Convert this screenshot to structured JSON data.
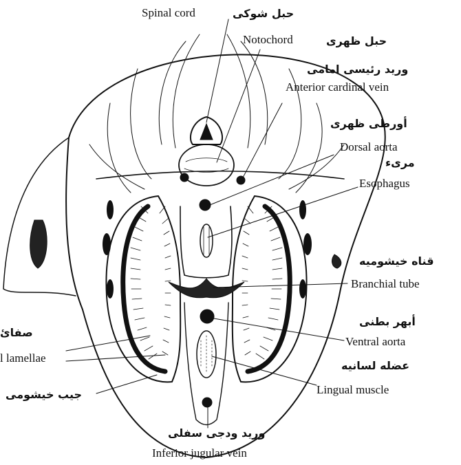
{
  "labels": {
    "spinal_cord": {
      "en": "Spinal cord",
      "ar": "حبل شوكى"
    },
    "notochord": {
      "en": "Notochord",
      "ar": "حبل ظهرى"
    },
    "anterior_cardinal_vein": {
      "en": "Anterior cardinal vein",
      "ar": "وريد رئيسى امامى"
    },
    "dorsal_aorta": {
      "en": "Dorsal aorta",
      "ar": "أورطى ظهرى"
    },
    "esophagus": {
      "en": "Esophagus",
      "ar": "مرىء"
    },
    "branchial_tube": {
      "en": "Branchial tube",
      "ar": "قناه خيشوميه"
    },
    "ventral_aorta": {
      "en": "Ventral aorta",
      "ar": "أبهر بطنى"
    },
    "lingual_muscle": {
      "en": "Lingual muscle",
      "ar": "عضله لسانيه"
    },
    "gill_lamellae": {
      "en": "l lamellae",
      "ar": "صفائ"
    },
    "gill_pouch": {
      "ar": "جيب خيشومى"
    },
    "inferior_jugular_vein": {
      "en": "Inferior jugular vein",
      "ar": "وريد ودجى سفلى"
    }
  },
  "colors": {
    "ink": "#111111",
    "background": "#ffffff"
  }
}
